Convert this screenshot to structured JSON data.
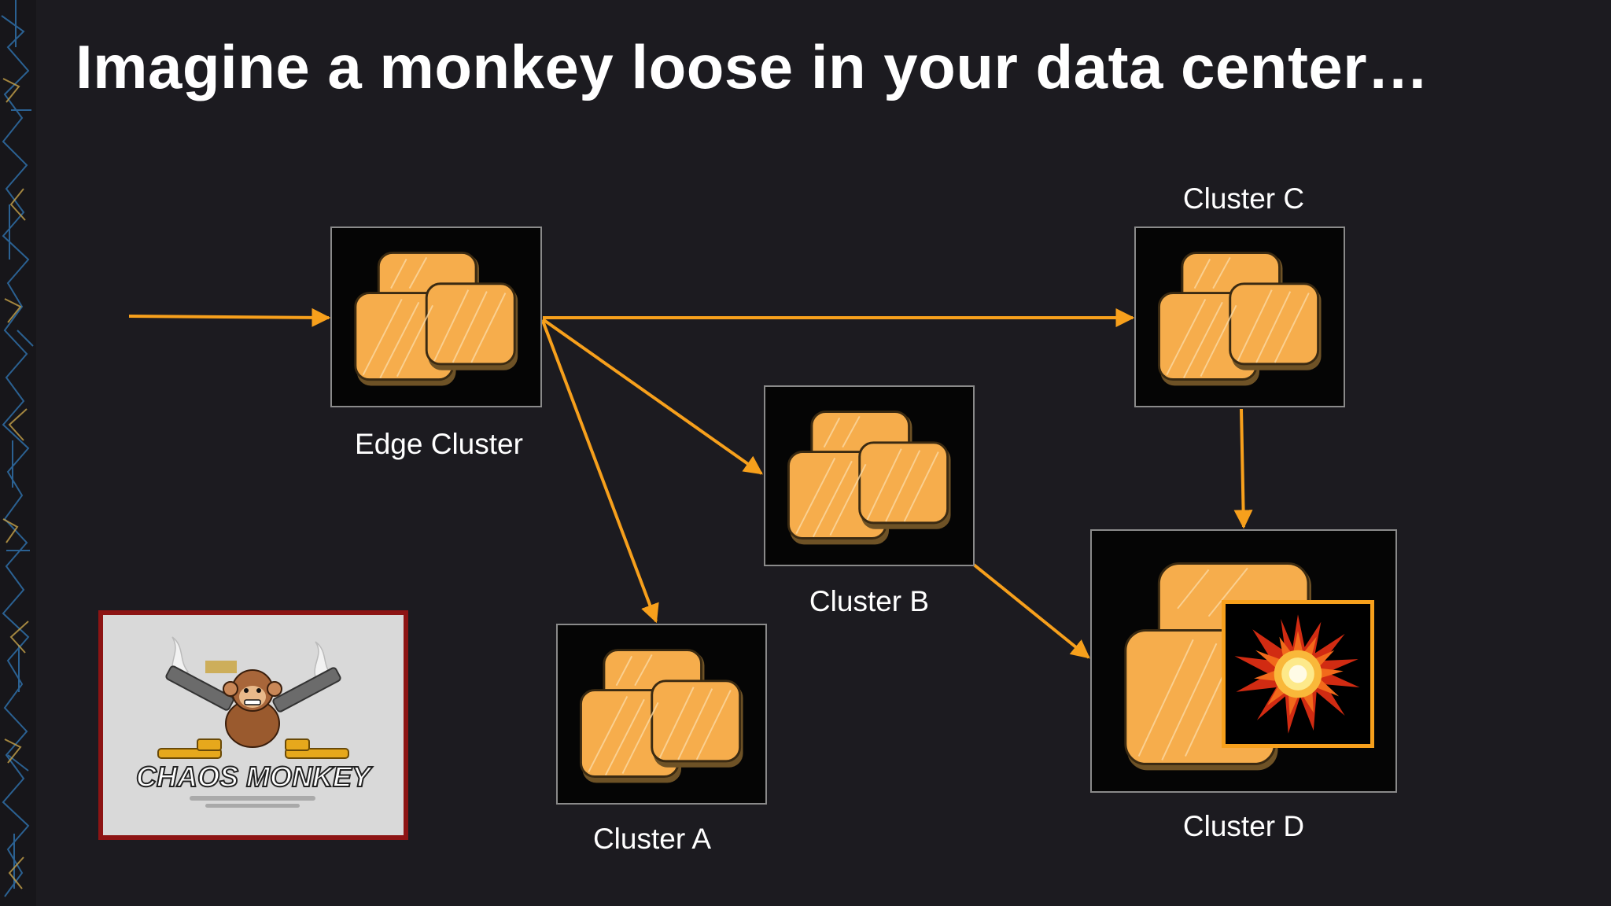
{
  "title": "Imagine a monkey loose in your data center…",
  "nodes": {
    "edge": {
      "label": "Edge Cluster"
    },
    "cluster_a": {
      "label": "Cluster A"
    },
    "cluster_b": {
      "label": "Cluster B"
    },
    "cluster_c": {
      "label": "Cluster C"
    },
    "cluster_d": {
      "label": "Cluster D"
    }
  },
  "colors": {
    "arrow": "#f7a01c",
    "tile": "#f6ad4c",
    "background": "#1c1b20",
    "failure_frame": "#f7a01c",
    "logo_border": "#8d1414"
  },
  "icons": {
    "cluster": "cluster-tiles-icon",
    "failure": "explosion-icon",
    "logo": "chaos-monkey-logo"
  },
  "logo_text": "CHAOS MONKEY"
}
